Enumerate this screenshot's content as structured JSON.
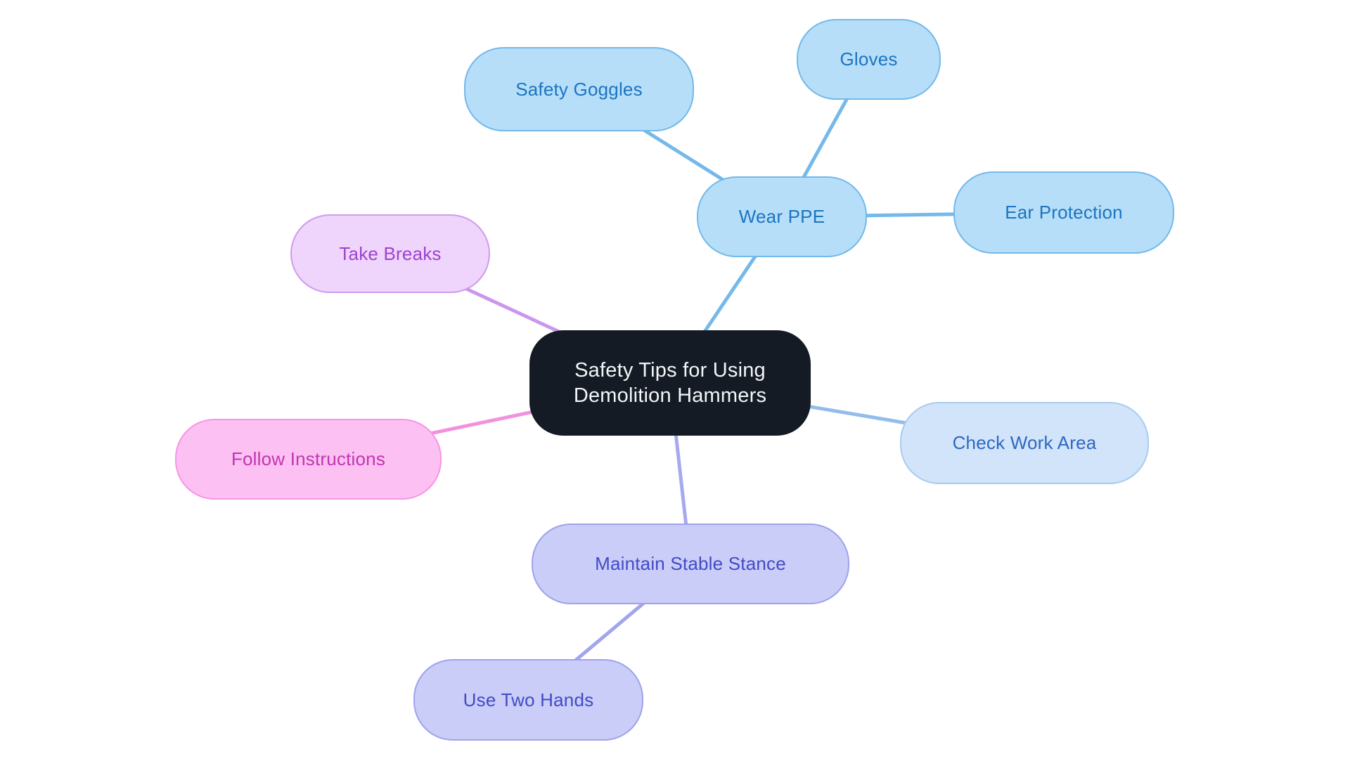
{
  "diagram": {
    "type": "mindmap",
    "background": "#ffffff",
    "root_id": "central",
    "edge_stroke_width": 5,
    "nodes": [
      {
        "id": "central",
        "label": "Safety Tips for Using Demolition Hammers",
        "fill": "#141b24",
        "border": "#141b24",
        "text_color": "#f3f6f9"
      },
      {
        "id": "wear-ppe",
        "label": "Wear PPE",
        "fill": "#b6def8",
        "border": "#72b9ec",
        "text_color": "#1c74c0"
      },
      {
        "id": "safety-goggles",
        "label": "Safety Goggles",
        "fill": "#b6def8",
        "border": "#72b9ec",
        "text_color": "#1c74c0"
      },
      {
        "id": "gloves",
        "label": "Gloves",
        "fill": "#b6def8",
        "border": "#72b9ec",
        "text_color": "#1c74c0"
      },
      {
        "id": "ear-protection",
        "label": "Ear Protection",
        "fill": "#b6def8",
        "border": "#72b9ec",
        "text_color": "#1c74c0"
      },
      {
        "id": "take-breaks",
        "label": "Take Breaks",
        "fill": "#efd4fb",
        "border": "#d09bee",
        "text_color": "#9d44d1"
      },
      {
        "id": "follow-instructions",
        "label": "Follow Instructions",
        "fill": "#fcc0f2",
        "border": "#f895e5",
        "text_color": "#c335b1"
      },
      {
        "id": "check-work-area",
        "label": "Check Work Area",
        "fill": "#d2e4f9",
        "border": "#aacbf1",
        "text_color": "#2d68c4"
      },
      {
        "id": "maintain-stable-stance",
        "label": "Maintain Stable Stance",
        "fill": "#cacdf7",
        "border": "#9fa3eb",
        "text_color": "#414bc7"
      },
      {
        "id": "use-two-hands",
        "label": "Use Two Hands",
        "fill": "#cacdf7",
        "border": "#9fa3eb",
        "text_color": "#414bc7"
      }
    ],
    "edges": [
      {
        "from": "wear-ppe",
        "to": "central",
        "color": "#74b9ea"
      },
      {
        "from": "safety-goggles",
        "to": "wear-ppe",
        "color": "#74b9ea"
      },
      {
        "from": "gloves",
        "to": "wear-ppe",
        "color": "#74b9ea"
      },
      {
        "from": "ear-protection",
        "to": "wear-ppe",
        "color": "#74b9ea"
      },
      {
        "from": "take-breaks",
        "to": "central",
        "color": "#cb97ec"
      },
      {
        "from": "follow-instructions",
        "to": "central",
        "color": "#f291dd"
      },
      {
        "from": "check-work-area",
        "to": "central",
        "color": "#92bceb"
      },
      {
        "from": "maintain-stable-stance",
        "to": "central",
        "color": "#a6a9ee"
      },
      {
        "from": "use-two-hands",
        "to": "maintain-stable-stance",
        "color": "#a2a5eb"
      }
    ]
  }
}
